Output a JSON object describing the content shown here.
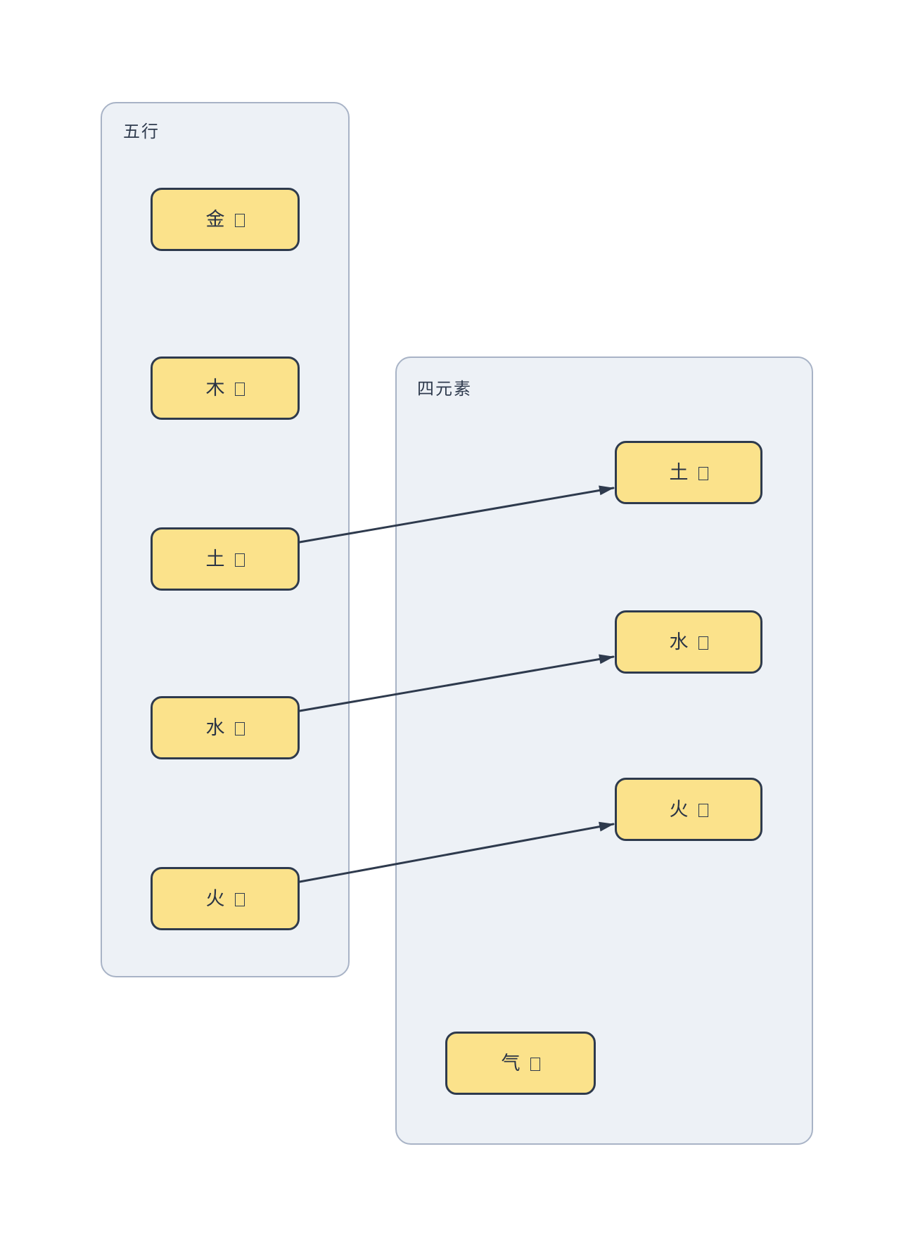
{
  "diagram": {
    "type": "grouped-node-diagram",
    "background": "#ffffff",
    "colors": {
      "node_fill": "#FBE28B",
      "node_border": "#2E3A4D",
      "panel_fill": "#EDF1F6",
      "panel_border": "#A8B3C6",
      "arrow": "#2E3A4D",
      "text": "#2A3445"
    },
    "panels": [
      {
        "title": "五行",
        "nodes": [
          {
            "label": "金",
            "suffix_icon": "missing-glyph-box",
            "suffix_char": "□"
          },
          {
            "label": "木",
            "suffix_icon": "missing-glyph-box",
            "suffix_char": "□"
          },
          {
            "label": "土",
            "suffix_icon": "missing-glyph-box",
            "suffix_char": "□"
          },
          {
            "label": "水",
            "suffix_icon": "missing-glyph-box",
            "suffix_char": "□"
          },
          {
            "label": "火",
            "suffix_icon": "missing-glyph-box",
            "suffix_char": "□"
          }
        ]
      },
      {
        "title": "四元素",
        "nodes": [
          {
            "label": "土",
            "suffix_icon": "missing-glyph-box",
            "suffix_char": "□"
          },
          {
            "label": "水",
            "suffix_icon": "missing-glyph-box",
            "suffix_char": "□"
          },
          {
            "label": "火",
            "suffix_icon": "missing-glyph-box",
            "suffix_char": "□"
          },
          {
            "label": "气",
            "suffix_icon": "missing-glyph-box",
            "suffix_char": "□"
          }
        ]
      }
    ],
    "edges": [
      {
        "from": "五行/土",
        "to": "四元素/土"
      },
      {
        "from": "五行/水",
        "to": "四元素/水"
      },
      {
        "from": "五行/火",
        "to": "四元素/火"
      }
    ]
  }
}
